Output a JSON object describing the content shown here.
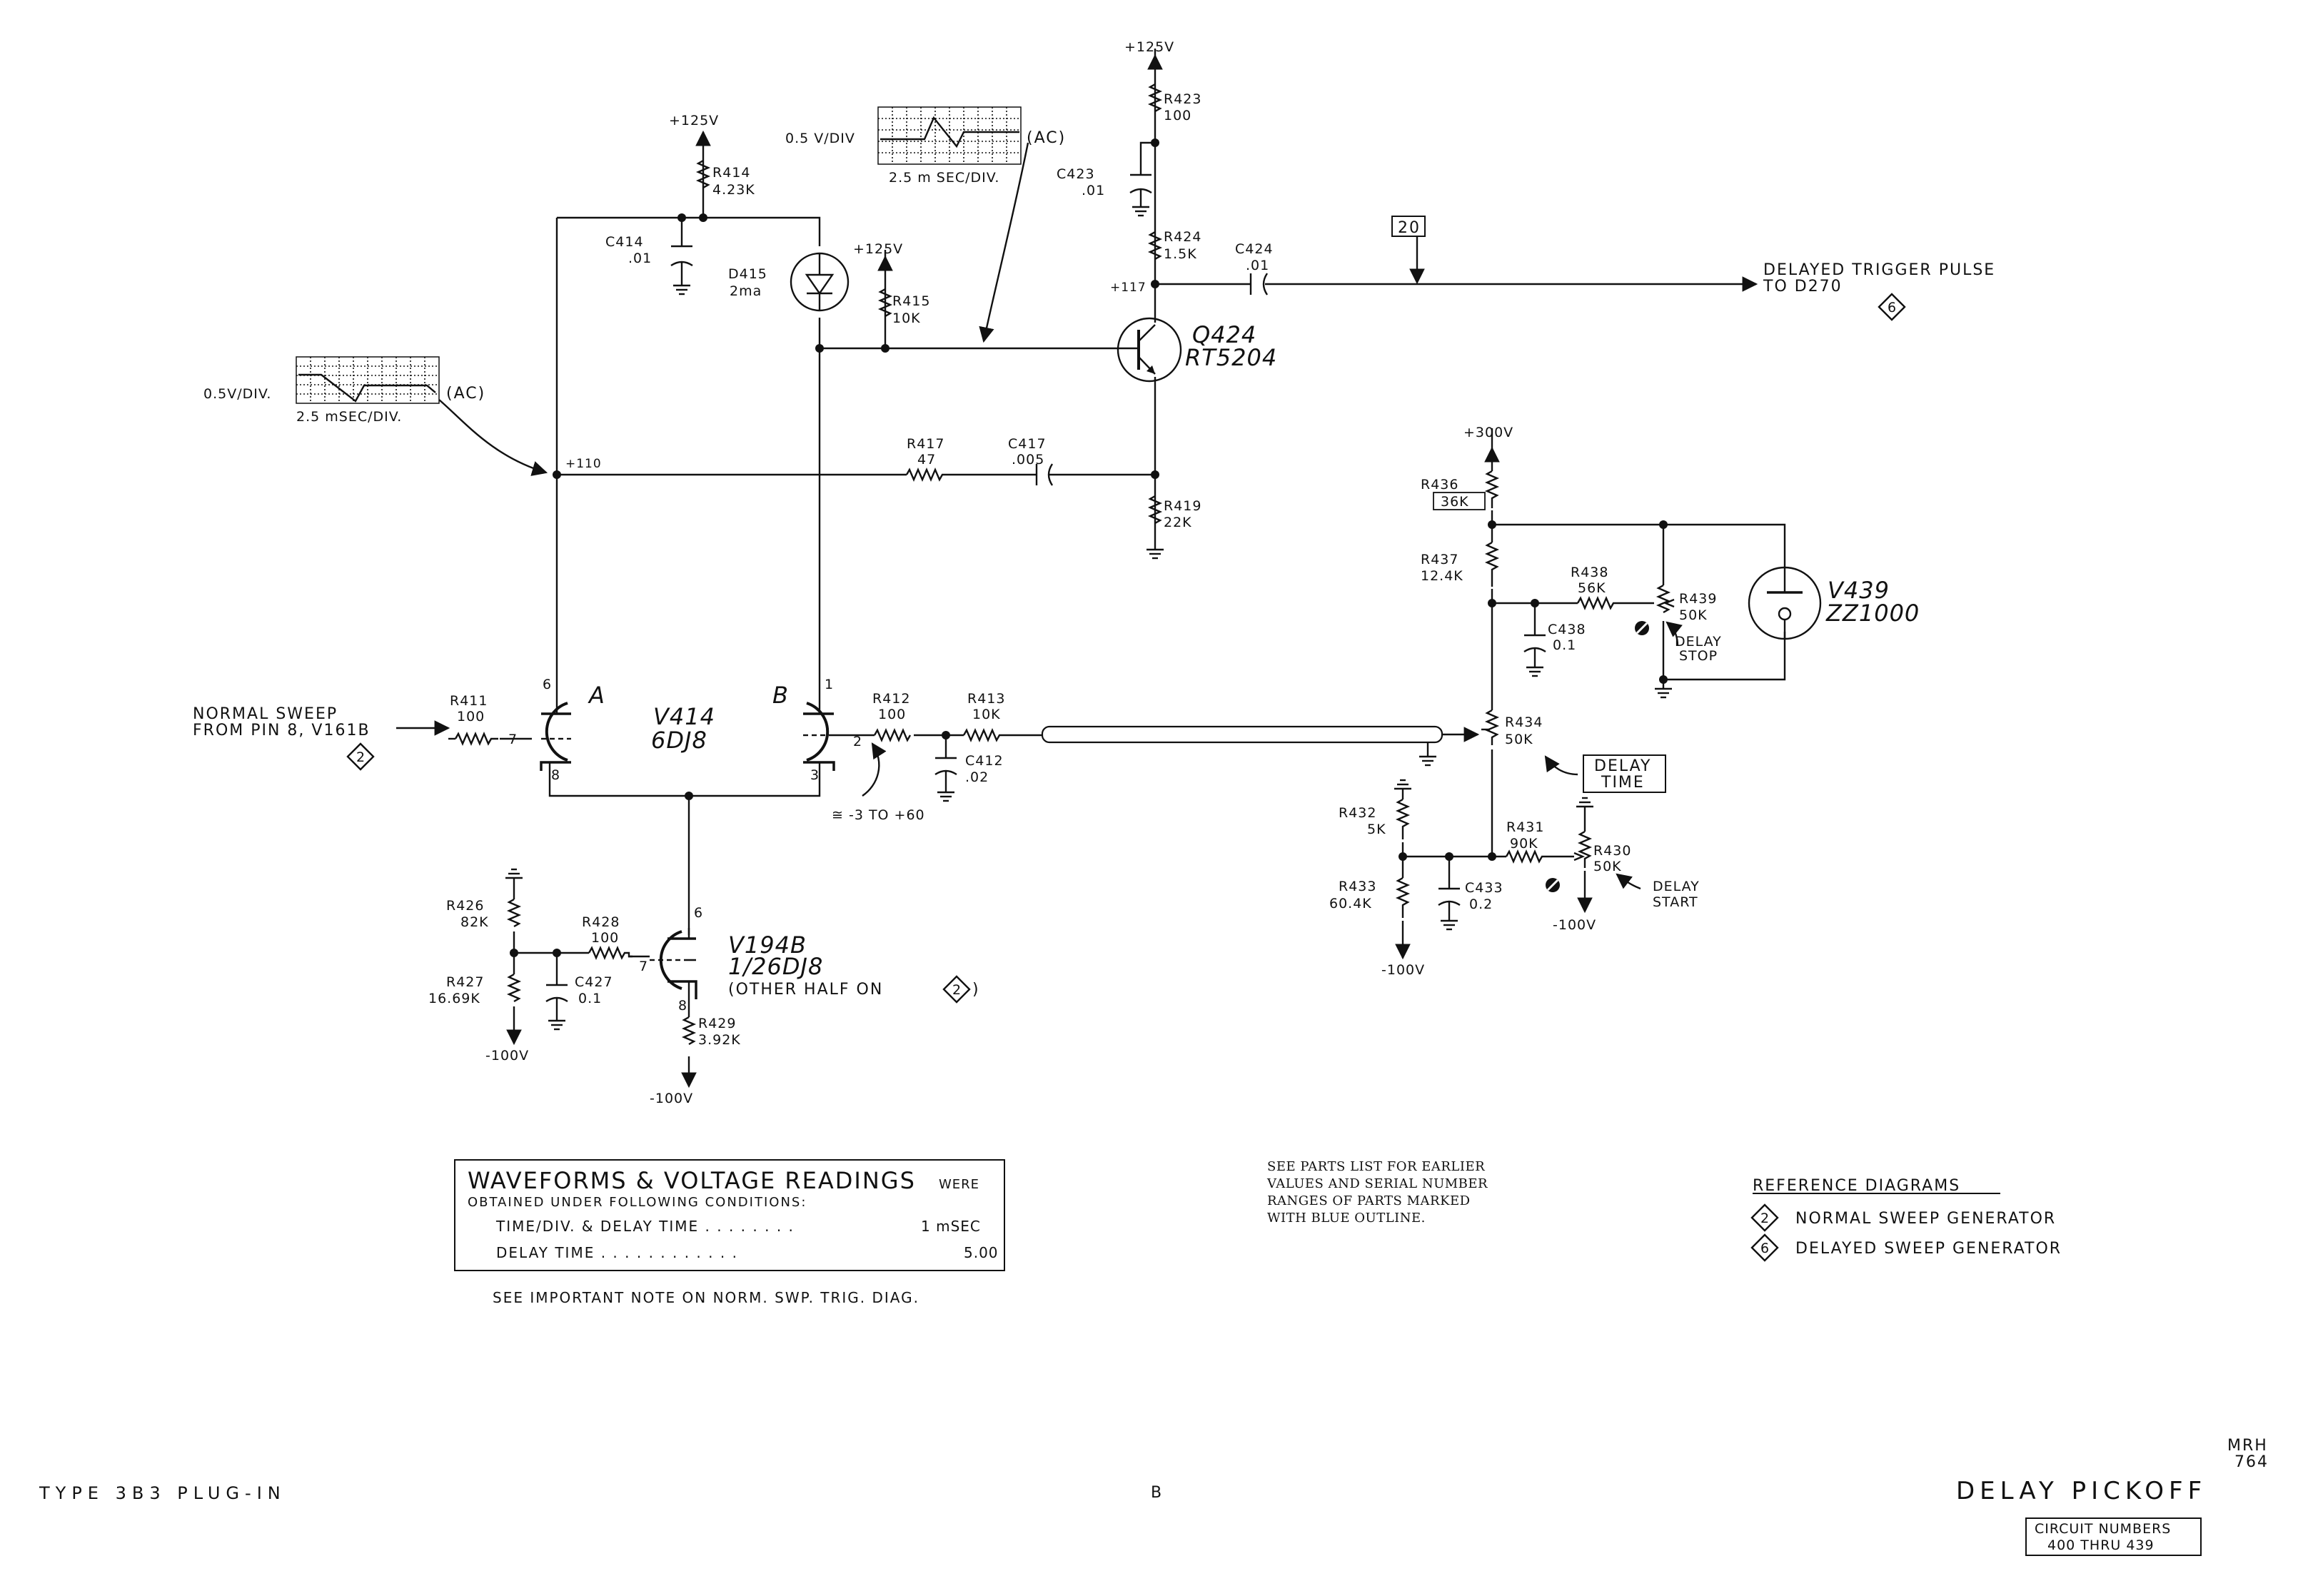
{
  "rails": {
    "v125_top": "+125V",
    "v125_left": "+125V",
    "v125_d415": "+125V",
    "v300": "+300V",
    "vneg100_r427": "-100V",
    "vneg100_r429": "-100V",
    "vneg100_r433": "-100V",
    "vneg100_r430": "-100V"
  },
  "nodes": {
    "n110": "+110",
    "n117": "+117",
    "grid_range": "≅ -3 TO +60"
  },
  "resistors": {
    "r414": {
      "ref": "R414",
      "val": "4.23K"
    },
    "r415": {
      "ref": "R415",
      "val": "10K"
    },
    "r423": {
      "ref": "R423",
      "val": "100"
    },
    "r424": {
      "ref": "R424",
      "val": "1.5K"
    },
    "r417": {
      "ref": "R417",
      "val": "47"
    },
    "r419": {
      "ref": "R419",
      "val": "22K"
    },
    "r411": {
      "ref": "R411",
      "val": "100"
    },
    "r412": {
      "ref": "R412",
      "val": "100"
    },
    "r413": {
      "ref": "R413",
      "val": "10K"
    },
    "r436": {
      "ref": "R436",
      "val": "36K"
    },
    "r437": {
      "ref": "R437",
      "val": "12.4K"
    },
    "r438": {
      "ref": "R438",
      "val": "56K"
    },
    "r439": {
      "ref": "R439",
      "val": "50K"
    },
    "r434": {
      "ref": "R434",
      "val": "50K"
    },
    "r432": {
      "ref": "R432",
      "val": "5K"
    },
    "r433": {
      "ref": "R433",
      "val": "60.4K"
    },
    "r431": {
      "ref": "R431",
      "val": "90K"
    },
    "r430": {
      "ref": "R430",
      "val": "50K"
    },
    "r426": {
      "ref": "R426",
      "val": "82K"
    },
    "r427": {
      "ref": "R427",
      "val": "16.69K"
    },
    "r428": {
      "ref": "R428",
      "val": "100"
    },
    "r429": {
      "ref": "R429",
      "val": "3.92K"
    }
  },
  "capacitors": {
    "c414": {
      "ref": "C414",
      "val": ".01"
    },
    "c423": {
      "ref": "C423",
      "val": ".01"
    },
    "c424": {
      "ref": "C424",
      "val": ".01"
    },
    "c417": {
      "ref": "C417",
      "val": ".005"
    },
    "c412": {
      "ref": "C412",
      "val": ".02"
    },
    "c438": {
      "ref": "C438",
      "val": "0.1"
    },
    "c433": {
      "ref": "C433",
      "val": "0.2"
    },
    "c427": {
      "ref": "C427",
      "val": "0.1"
    }
  },
  "semis": {
    "d415": {
      "ref": "D415",
      "val": "2ma"
    },
    "q424": {
      "ref": "Q424",
      "val": "RT5204"
    },
    "v414": {
      "ref": "V414",
      "val": "6DJ8",
      "sec_a": "A",
      "sec_b": "B"
    },
    "v439": {
      "ref": "V439",
      "val": "ZZ1000"
    },
    "v194": {
      "ref": "V194B",
      "val": "1/26DJ8",
      "note": "(OTHER HALF ON",
      "note_ref": "2",
      "note_close": ")"
    }
  },
  "pins": {
    "p6a": "6",
    "p7a": "7",
    "p8a": "8",
    "p1b": "1",
    "p2b": "2",
    "p3b": "3",
    "p6c": "6",
    "p7c": "7",
    "p8c": "8"
  },
  "waveforms": {
    "wf1": {
      "vdiv": "0.5V/DIV.",
      "tdiv": "2.5 mSEC/DIV.",
      "coupling": "(AC)"
    },
    "wf2": {
      "vdiv": "0.5 V/DIV",
      "tdiv": "2.5 m SEC/DIV.",
      "coupling": "(AC)"
    }
  },
  "signals": {
    "normal_sweep_1": "NORMAL SWEEP",
    "normal_sweep_2": "FROM PIN 8, V161B",
    "normal_sweep_ref": "2",
    "delayed_trig_1": "DELAYED TRIGGER PULSE",
    "delayed_trig_2": "TO D270",
    "delayed_trig_ref": "6",
    "test_point": "20"
  },
  "controls": {
    "delay_time_1": "DELAY",
    "delay_time_2": "TIME",
    "delay_stop_1": "DELAY",
    "delay_stop_2": "STOP",
    "delay_start_1": "DELAY",
    "delay_start_2": "START"
  },
  "conditions": {
    "heading": "WAVEFORMS & VOLTAGE READINGS",
    "heading_tail": "WERE",
    "subheading": "OBTAINED UNDER FOLLOWING CONDITIONS:",
    "row1_label": "TIME/DIV. & DELAY TIME . . . . . . . .",
    "row1_value": "1 mSEC",
    "row2_label": "DELAY TIME . . . . . . . . . . . .",
    "row2_value": "5.00",
    "note": "SEE IMPORTANT NOTE ON NORM. SWP. TRIG. DIAG."
  },
  "parts_note": [
    "SEE PARTS LIST FOR EARLIER",
    "VALUES AND SERIAL NUMBER",
    "RANGES OF PARTS MARKED",
    "WITH BLUE OUTLINE."
  ],
  "reference": {
    "heading": "REFERENCE DIAGRAMS",
    "items": [
      {
        "num": "2",
        "label": "NORMAL SWEEP GENERATOR"
      },
      {
        "num": "6",
        "label": "DELAYED SWEEP GENERATOR"
      }
    ]
  },
  "footer": {
    "left": "TYPE 3B3 PLUG-IN",
    "center": "B",
    "drafter": "MRH",
    "date": "764",
    "title": "DELAY PICKOFF",
    "circuit_1": "CIRCUIT NUMBERS",
    "circuit_2": "400 THRU 439"
  }
}
